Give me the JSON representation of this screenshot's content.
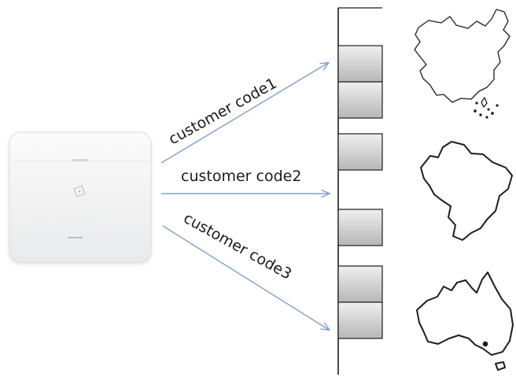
{
  "device": {
    "name": "alarm hub",
    "icon": "alarm-hub-icon",
    "color": "#f3f4f5"
  },
  "routes": [
    {
      "label": "customer code1",
      "region": "China",
      "map_icon": "china-map-icon"
    },
    {
      "label": "customer code2",
      "region": "Brazil",
      "map_icon": "brazil-map-icon"
    },
    {
      "label": "customer code3",
      "region": "Australia",
      "map_icon": "australia-map-icon"
    }
  ],
  "colors": {
    "arrow": "#7f9fd0",
    "block_fill_top": "#ececec",
    "block_fill_bottom": "#b9b9b9",
    "block_stroke": "#2d2d2d",
    "map_stroke": "#1d1d1d"
  }
}
